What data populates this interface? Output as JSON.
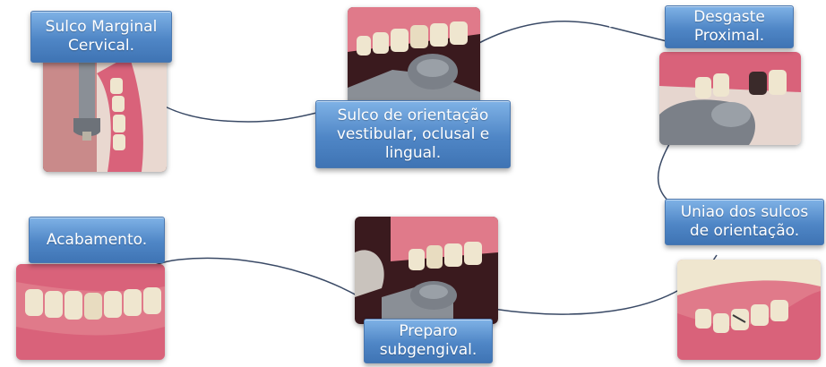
{
  "steps": [
    {
      "lines": [
        "Sulco Marginal",
        "Cervical."
      ]
    },
    {
      "lines": [
        "Sulco de orientação",
        "vestibular, oclusal e",
        "lingual."
      ]
    },
    {
      "lines": [
        "Desgaste",
        "Proximal."
      ]
    },
    {
      "lines": [
        "Uniao dos sulcos",
        "de orientação."
      ]
    },
    {
      "lines": [
        "Preparo",
        "subgengival."
      ]
    },
    {
      "lines": [
        "Acabamento."
      ]
    }
  ],
  "colors": {
    "box_top": "#7fb2e6",
    "box_bottom": "#3f74b4",
    "gum": "#d9627a",
    "tooth": "#efe6cf",
    "connector": "#3a4a66"
  }
}
